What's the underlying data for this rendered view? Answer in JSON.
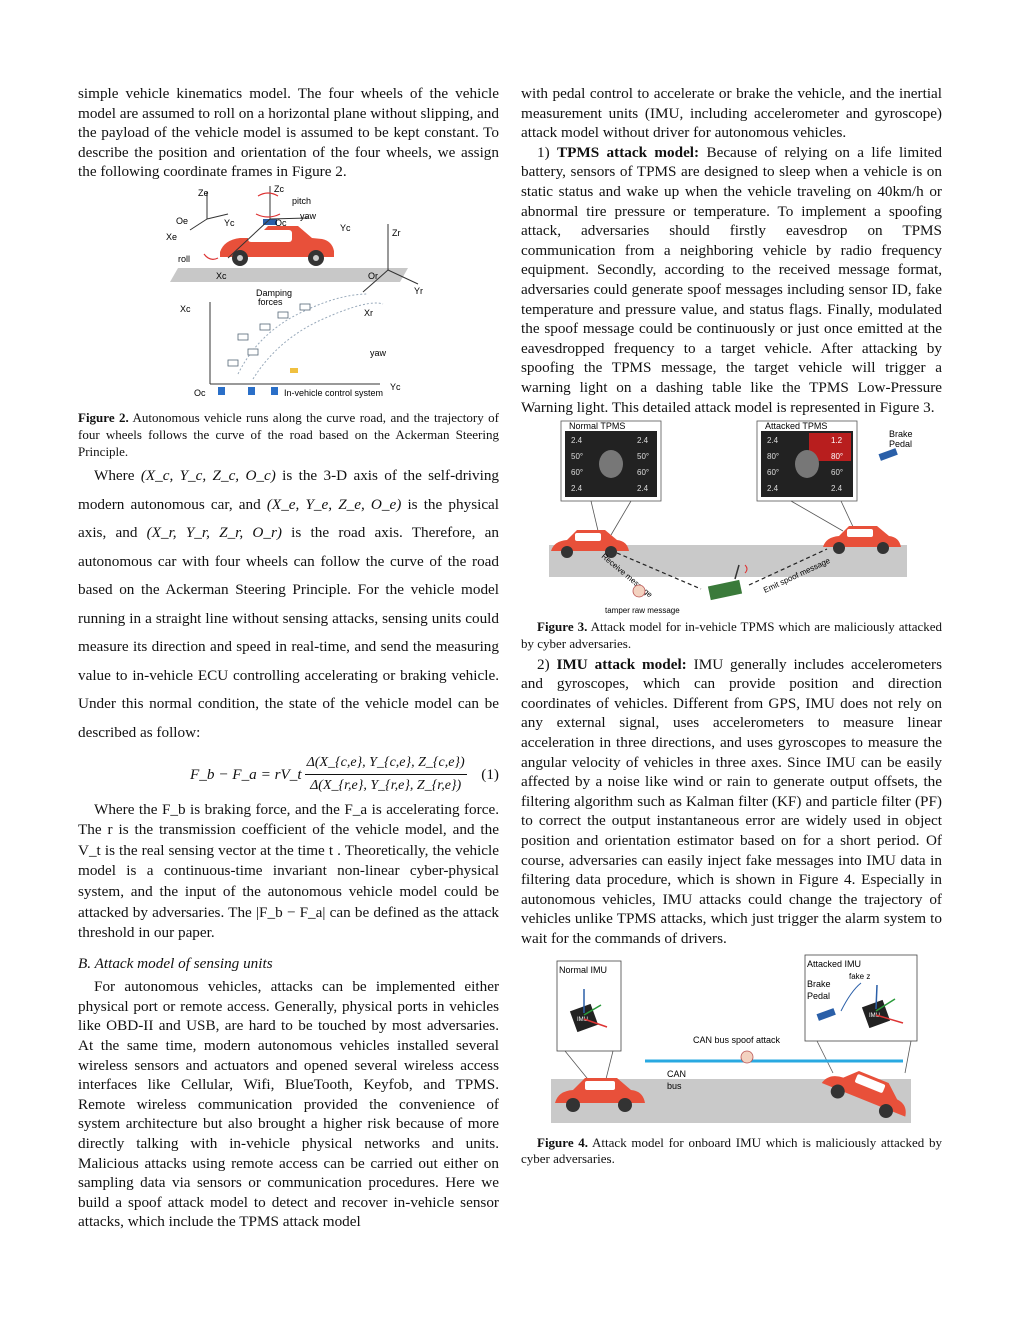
{
  "left": {
    "p1": "simple vehicle kinematics model. The four wheels of the vehicle model are assumed to roll on a horizontal plane without slipping, and the payload of the vehicle model is assumed to be kept constant. To describe the position and orientation of the four wheels, we assign the following coordinate frames in Figure 2.",
    "fig2": {
      "labels": {
        "ze": "Ze",
        "zc": "Zc",
        "oe": "Oe",
        "yc": "Yc",
        "xe": "Xe",
        "pitch": "pitch",
        "yaw": "yaw",
        "oc": "Oc",
        "yc2": "Yc",
        "zr": "Zr",
        "roll": "roll",
        "xc": "Xc",
        "or": "Or",
        "yr": "Yr",
        "damping": "Damping",
        "forces": "forces",
        "xc2": "Xc",
        "xr": "Xr",
        "yaw2": "yaw",
        "oc2": "Oc",
        "yc3": "Yc",
        "invehicle": "In-vehicle control system"
      },
      "caption_label": "Figure 2.",
      "caption_text": " Autonomous vehicle runs along the curve road, and the trajectory of four wheels follows the curve of the road based on the Ackerman Steering Principle."
    },
    "where1_a": "Where ",
    "where1_math": "(X_c, Y_c, Z_c, O_c)",
    "where1_b": " is the 3-D axis of the self-driving modern autonomous car, and ",
    "where1_math2": "(X_e, Y_e, Z_e, O_e)",
    "where1_c": " is the physical axis, and ",
    "where1_math3": "(X_r, Y_r, Z_r, O_r)",
    "where1_d": " is the road axis. Therefore, an autonomous car with four wheels can follow the curve of the road based on the Ackerman Steering Principle. For the vehicle model running in a straight line without sensing attacks, sensing units could measure its direction and speed in real-time, and send the measuring value to in-vehicle ECU controlling accelerating or braking vehicle. Under this normal condition, the state of the vehicle model can be described as follow:",
    "eq_lhs": "F_b − F_a = rV_t",
    "eq_num_top": "Δ(X_{c,e}, Y_{c,e}, Z_{c,e})",
    "eq_den": "Δ(X_{r,e}, Y_{r,e}, Z_{r,e})",
    "eq_number": "(1)",
    "p3": "Where the F_b is braking force, and the F_a is accelerating force. The r is the transmission coefficient of the vehicle model, and the V_t is the real sensing vector at the time t . Theoretically, the vehicle model is a continuous-time invariant non-linear cyber-physical system, and the input of the autonomous vehicle model could be attacked by adversaries. The |F_b − F_a| can be defined as the attack threshold in our paper.",
    "section": "B. Attack model of sensing units",
    "p4": "For autonomous vehicles, attacks can be implemented either physical port or remote access. Generally, physical ports in vehicles like OBD-II and USB, are hard to be touched by most adversaries. At the same time, modern autonomous vehicles installed several wireless sensors and actuators and opened several wireless access interfaces like Cellular, Wifi, BlueTooth, Keyfob, and TPMS. Remote wireless communication provided the convenience of system architecture but also brought a higher risk because of more directly talking with in-vehicle physical networks and units. Malicious attacks using remote access can be carried out either on sampling data via sensors or communication procedures. Here we build a spoof attack model to detect and recover in-vehicle sensor attacks, which include the TPMS attack model"
  },
  "right": {
    "p1": "with pedal control to accelerate or brake the vehicle, and the inertial measurement units (IMU, including accelerometer and gyroscope) attack model without driver for autonomous vehicles.",
    "tpms_lead": "1) ",
    "tpms_title": "TPMS attack model:",
    "tpms_text": " Because of relying on a life limited battery, sensors of TPMS are designed to sleep when a vehicle is on static status and wake up when the vehicle traveling on 40km/h or abnormal tire pressure or temperature. To implement a spoofing attack, adversaries should firstly eavesdrop on TPMS communication from a neighboring vehicle by radio frequency equipment. Secondly, according to the received message format, adversaries could generate spoof messages including sensor ID, fake temperature and pressure value, and status flags. Finally, modulated the spoof message could be continuously or just once emitted at the eavesdropped frequency to a target vehicle. After attacking by spoofing the TPMS message, the target vehicle will trigger a warning light on a dashing table like the TPMS Low-Pressure Warning light. This detailed attack model is represented in Figure 3.",
    "fig3": {
      "normal_tpms": "Normal TPMS",
      "attacked_tpms": "Attacked TPMS",
      "brake_pedal_1": "Brake",
      "brake_pedal_2": "Pedal",
      "normal_vals": [
        "2.4",
        "2.4",
        "50°",
        "50°",
        "60°",
        "60°",
        "2.4",
        "2.4"
      ],
      "attacked_vals": [
        "2.4",
        "1.2",
        "80°",
        "80°",
        "60°",
        "60°",
        "2.4",
        "2.4"
      ],
      "receive_msg": "Receive message",
      "emit_msg": "Emit spoof message",
      "tamper": "tamper raw message",
      "caption_label": "Figure 3.",
      "caption_text": " Attack model for in-vehicle TPMS which are maliciously attacked by cyber adversaries."
    },
    "imu_lead": "2) ",
    "imu_title": "IMU attack model:",
    "imu_text": " IMU generally includes accelerometers and gyroscopes, which can provide position and direction coordinates of vehicles. Different from GPS, IMU does not rely on any external signal, uses accelerometers to measure linear acceleration in three directions, and uses gyroscopes to measure the angular velocity of vehicles in three axes. Since IMU can be easily affected by a noise like wind or rain to generate output offsets, the filtering algorithm such as Kalman filter (KF) and particle filter (PF) to correct the output instantaneous error are widely used in object position and orientation estimator based on for a short period. Of course, adversaries can easily inject fake messages into IMU data in filtering data procedure, which is shown in Figure 4. Especially in autonomous vehicles, IMU attacks could change the trajectory of vehicles unlike TPMS attacks, which just trigger the alarm system to wait for the commands of drivers.",
    "fig4": {
      "normal_imu": "Normal IMU",
      "attacked_imu": "Attacked IMU",
      "fake_z": "fake z",
      "brake": "Brake",
      "pedal": "Pedal",
      "imu_chip": "IMU",
      "can_spoof": "CAN bus spoof attack",
      "can": "CAN",
      "bus": "bus",
      "caption_label": "Figure 4.",
      "caption_text": " Attack model for onboard IMU which is maliciously attacked by cyber adversaries."
    }
  },
  "colors": {
    "car": "#e8503a",
    "road": "#c9c9c9",
    "bus": "#29a9e1",
    "dark": "#2d2d2d"
  }
}
